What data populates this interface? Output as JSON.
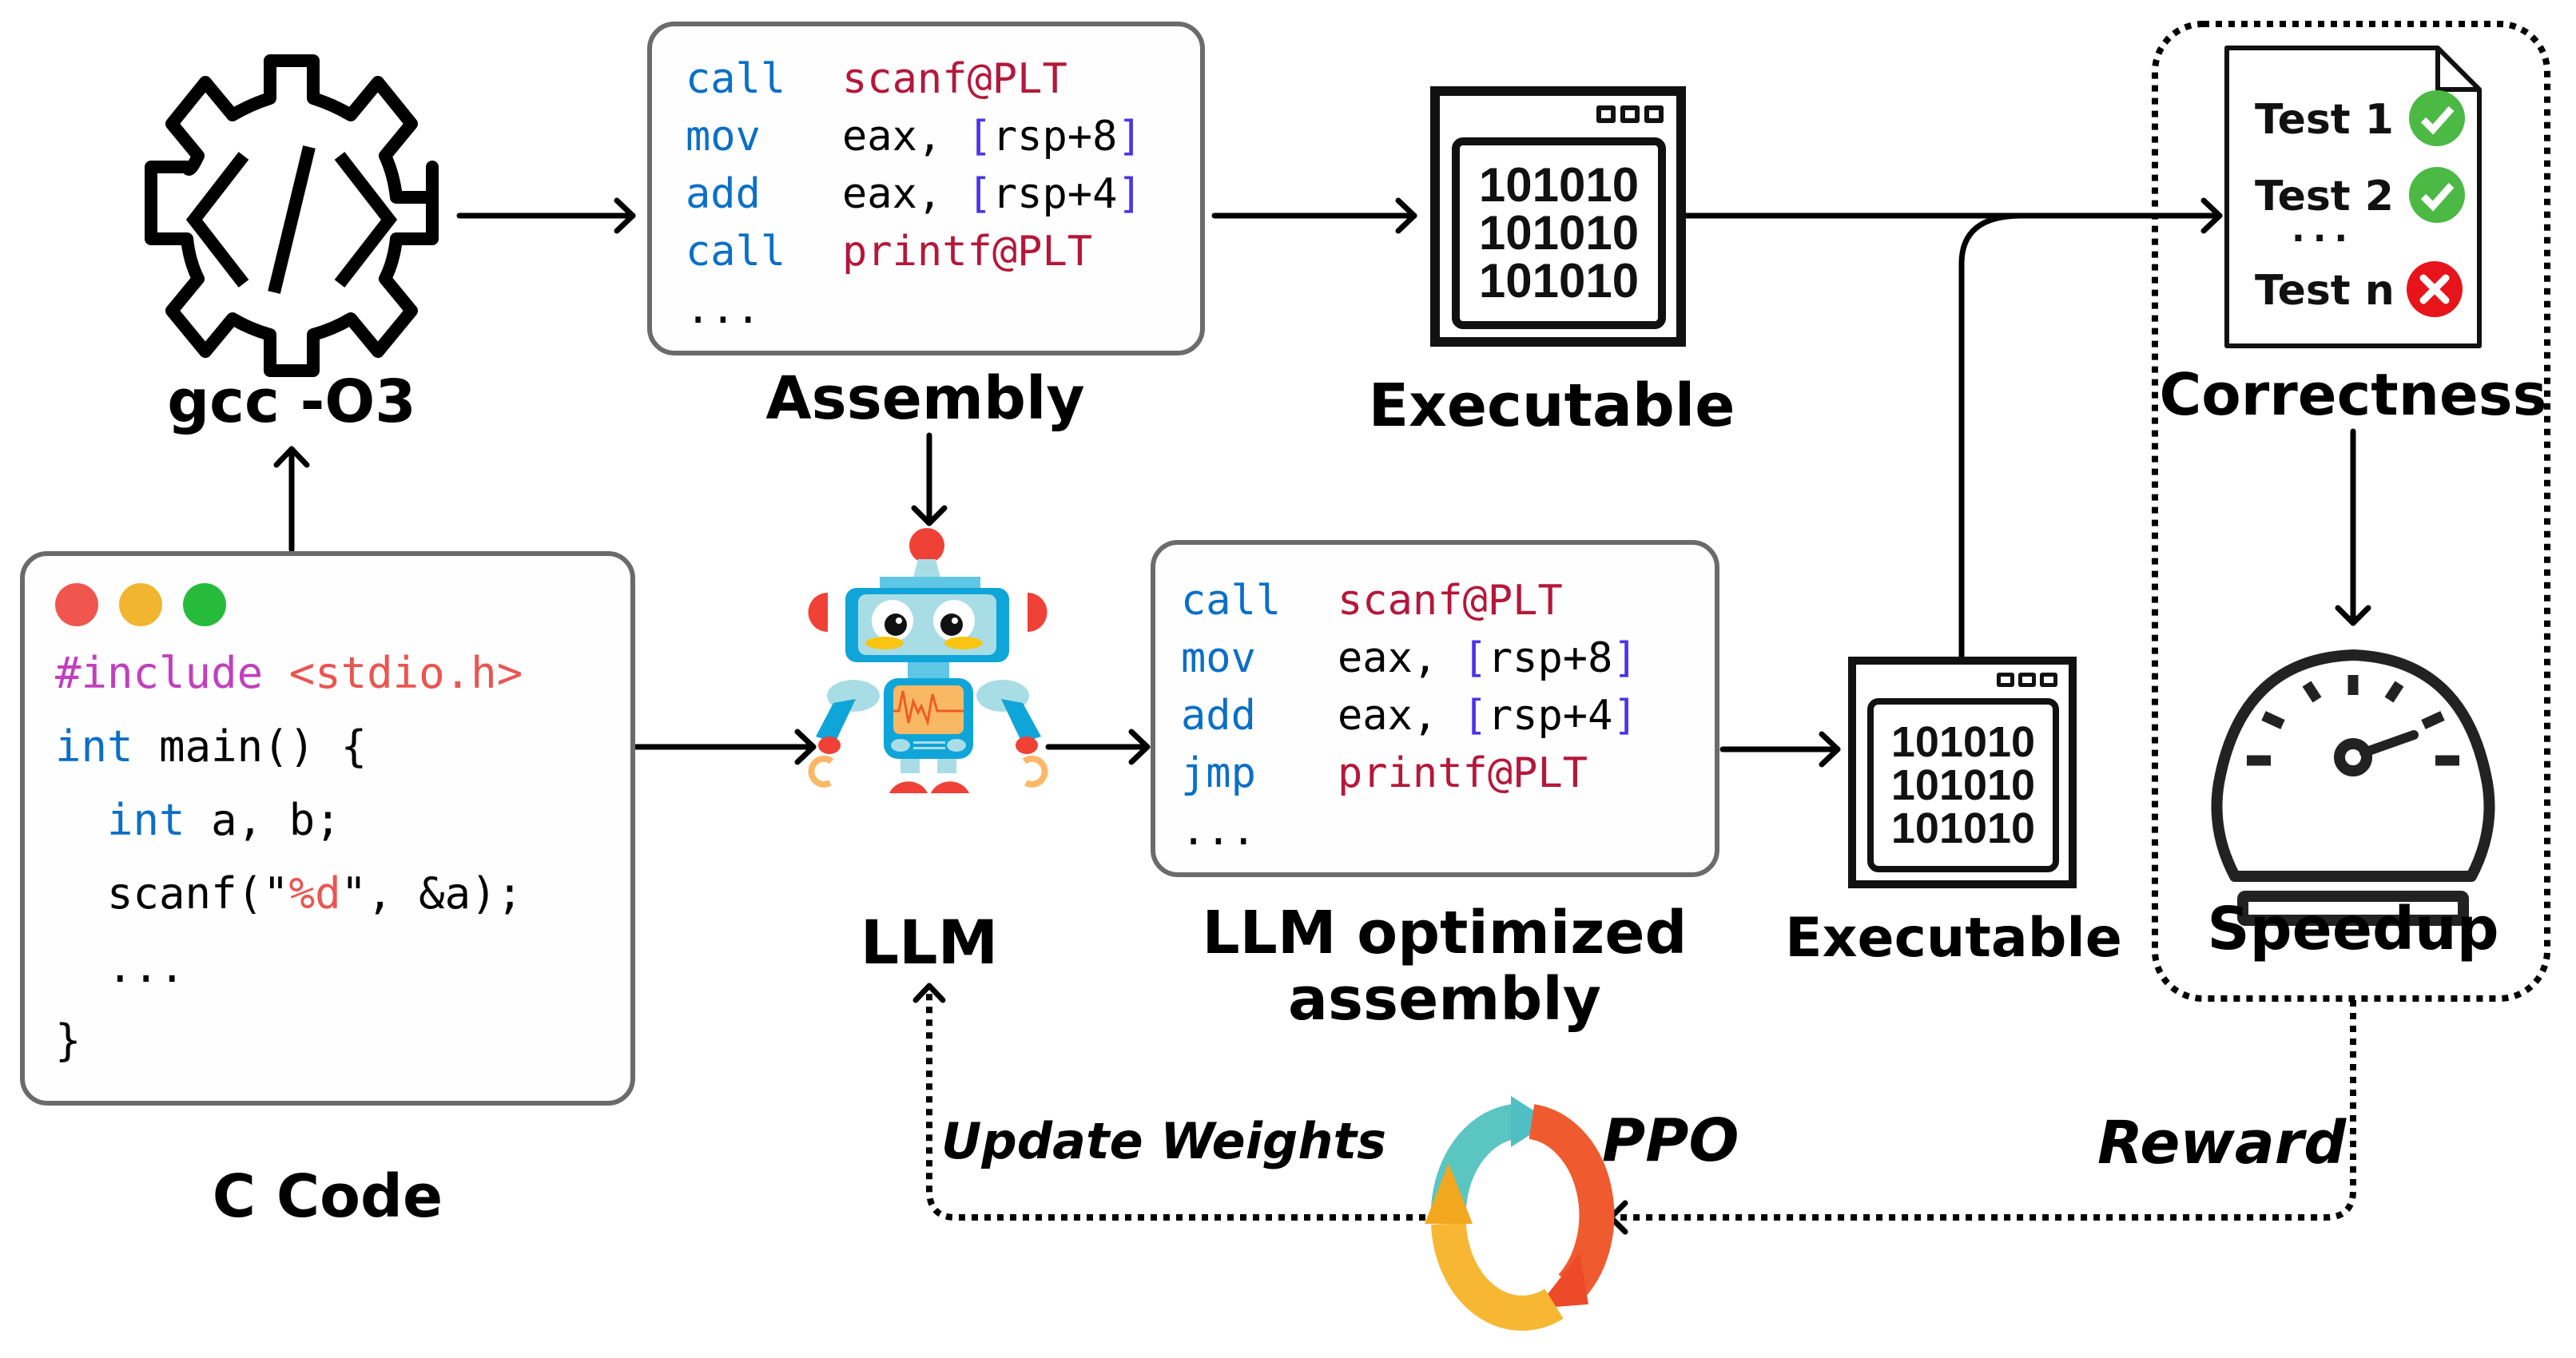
{
  "diagram": {
    "nodes": {
      "compiler": {
        "label": "gcc -O3",
        "icon": "gear-code-icon"
      },
      "c_code": {
        "label": "C Code",
        "window_dots": [
          {
            "name": "close",
            "color": "#f0564e"
          },
          {
            "name": "minimize",
            "color": "#f2b530"
          },
          {
            "name": "maximize",
            "color": "#27bb3c"
          }
        ],
        "lines": [
          {
            "tokens": [
              {
                "text": "#include",
                "cls": "pp"
              },
              {
                "text": " ",
                "cls": ""
              },
              {
                "text": "<stdio.h>",
                "cls": "str"
              }
            ]
          },
          {
            "tokens": [
              {
                "text": "int",
                "cls": "kw"
              },
              {
                "text": " main() {",
                "cls": ""
              }
            ]
          },
          {
            "tokens": [
              {
                "text": "  ",
                "cls": ""
              },
              {
                "text": "int",
                "cls": "kw"
              },
              {
                "text": " a, b;",
                "cls": ""
              }
            ]
          },
          {
            "tokens": [
              {
                "text": "  scanf(\"",
                "cls": ""
              },
              {
                "text": "%d",
                "cls": "str"
              },
              {
                "text": "\", &a);",
                "cls": ""
              }
            ]
          },
          {
            "tokens": [
              {
                "text": "  ...",
                "cls": ""
              }
            ]
          },
          {
            "tokens": [
              {
                "text": "}",
                "cls": ""
              }
            ]
          }
        ]
      },
      "assembly": {
        "label": "Assembly",
        "lines": [
          {
            "op": "call",
            "args": [
              {
                "text": "scanf@PLT",
                "cls": "fn"
              }
            ]
          },
          {
            "op": "mov",
            "args": [
              {
                "text": "eax, ",
                "cls": ""
              },
              {
                "text": "[",
                "cls": "br"
              },
              {
                "text": "rsp+8",
                "cls": ""
              },
              {
                "text": "]",
                "cls": "br"
              }
            ]
          },
          {
            "op": "add",
            "args": [
              {
                "text": "eax, ",
                "cls": ""
              },
              {
                "text": "[",
                "cls": "br"
              },
              {
                "text": "rsp+4",
                "cls": ""
              },
              {
                "text": "]",
                "cls": "br"
              }
            ]
          },
          {
            "op": "call",
            "args": [
              {
                "text": "printf@PLT",
                "cls": "fn"
              }
            ]
          },
          {
            "op": "...",
            "args": []
          }
        ]
      },
      "optimized_assembly": {
        "label_line1": "LLM optimized",
        "label_line2": "assembly",
        "lines": [
          {
            "op": "call",
            "args": [
              {
                "text": "scanf@PLT",
                "cls": "fn"
              }
            ]
          },
          {
            "op": "mov",
            "args": [
              {
                "text": "eax, ",
                "cls": ""
              },
              {
                "text": "[",
                "cls": "br"
              },
              {
                "text": "rsp+8",
                "cls": ""
              },
              {
                "text": "]",
                "cls": "br"
              }
            ]
          },
          {
            "op": "add",
            "args": [
              {
                "text": "eax, ",
                "cls": ""
              },
              {
                "text": "[",
                "cls": "br"
              },
              {
                "text": "rsp+4",
                "cls": ""
              },
              {
                "text": "]",
                "cls": "br"
              }
            ]
          },
          {
            "op": "jmp",
            "args": [
              {
                "text": "printf@PLT",
                "cls": "fn"
              }
            ]
          },
          {
            "op": "...",
            "args": []
          }
        ]
      },
      "executable_top": {
        "label": "Executable",
        "binary_rows": [
          "101010",
          "101010",
          "101010"
        ]
      },
      "executable_bottom": {
        "label": "Executable",
        "binary_rows": [
          "101010",
          "101010",
          "101010"
        ]
      },
      "llm": {
        "label": "LLM",
        "icon": "robot-icon"
      },
      "correctness": {
        "label": "Correctness",
        "tests": [
          {
            "name": "Test 1",
            "status": "pass"
          },
          {
            "name": "Test 2",
            "status": "pass"
          },
          {
            "name": "Test n",
            "status": "fail"
          }
        ],
        "ellipsis": "..."
      },
      "speedup": {
        "label": "Speedup",
        "icon": "speedometer-icon"
      },
      "ppo": {
        "label": "PPO",
        "icon": "cycle-arrows-icon"
      }
    },
    "edges": {
      "update_weights": "Update Weights",
      "reward": "Reward"
    },
    "colors": {
      "keyword": "#0b6fc7",
      "function": "#b5173a",
      "bracket": "#4a35ea",
      "preprocessor": "#c23fbd",
      "string": "#ea5550",
      "pass": "#4cb944",
      "fail": "#e8141b",
      "ppo_teal": "#5bc5c2",
      "ppo_red": "#f05a2f",
      "ppo_yellow": "#f7b733"
    }
  }
}
